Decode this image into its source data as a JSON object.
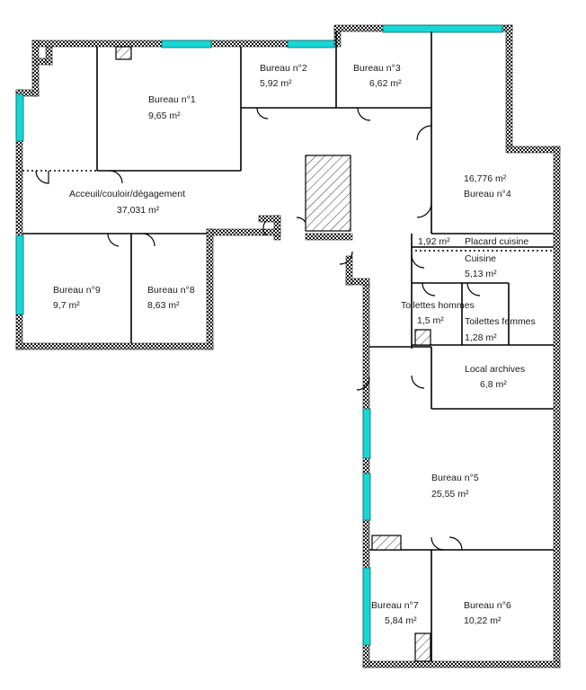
{
  "colors": {
    "wall": "#000000",
    "window": "#16d6d6",
    "background": "#ffffff"
  },
  "rooms": {
    "bureau1": {
      "name": "Bureau n°1",
      "area": "9,65  m²"
    },
    "bureau2": {
      "name": "Bureau n°2",
      "area": "5,92  m²"
    },
    "bureau3": {
      "name": "Bureau n°3",
      "area": "6,62  m²"
    },
    "bureau4": {
      "name": "Bureau n°4",
      "area": "16,776  m²"
    },
    "accueil": {
      "name": "Acceuil/couloir/dégagement",
      "area": "37,031  m²"
    },
    "placard": {
      "name": "Placard cuisine",
      "area": "1,92  m²"
    },
    "cuisine": {
      "name": "Cuisine",
      "area": "5,13  m²"
    },
    "wc_hommes": {
      "name": "Toilettes hommes",
      "area": "1,5  m²"
    },
    "wc_femmes": {
      "name": "Toilettes femmes",
      "area": "1,28  m²"
    },
    "bureau9": {
      "name": "Bureau n°9",
      "area": "9,7  m²"
    },
    "bureau8": {
      "name": "Bureau n°8",
      "area": "8,63  m²"
    },
    "archives": {
      "name": "Local archives",
      "area": "6,8  m²"
    },
    "bureau5": {
      "name": "Bureau n°5",
      "area": "25,55  m²"
    },
    "bureau7": {
      "name": "Bureau n°7",
      "area": "5,84  m²"
    },
    "bureau6": {
      "name": "Bureau n°6",
      "area": "10,22  m²"
    }
  }
}
